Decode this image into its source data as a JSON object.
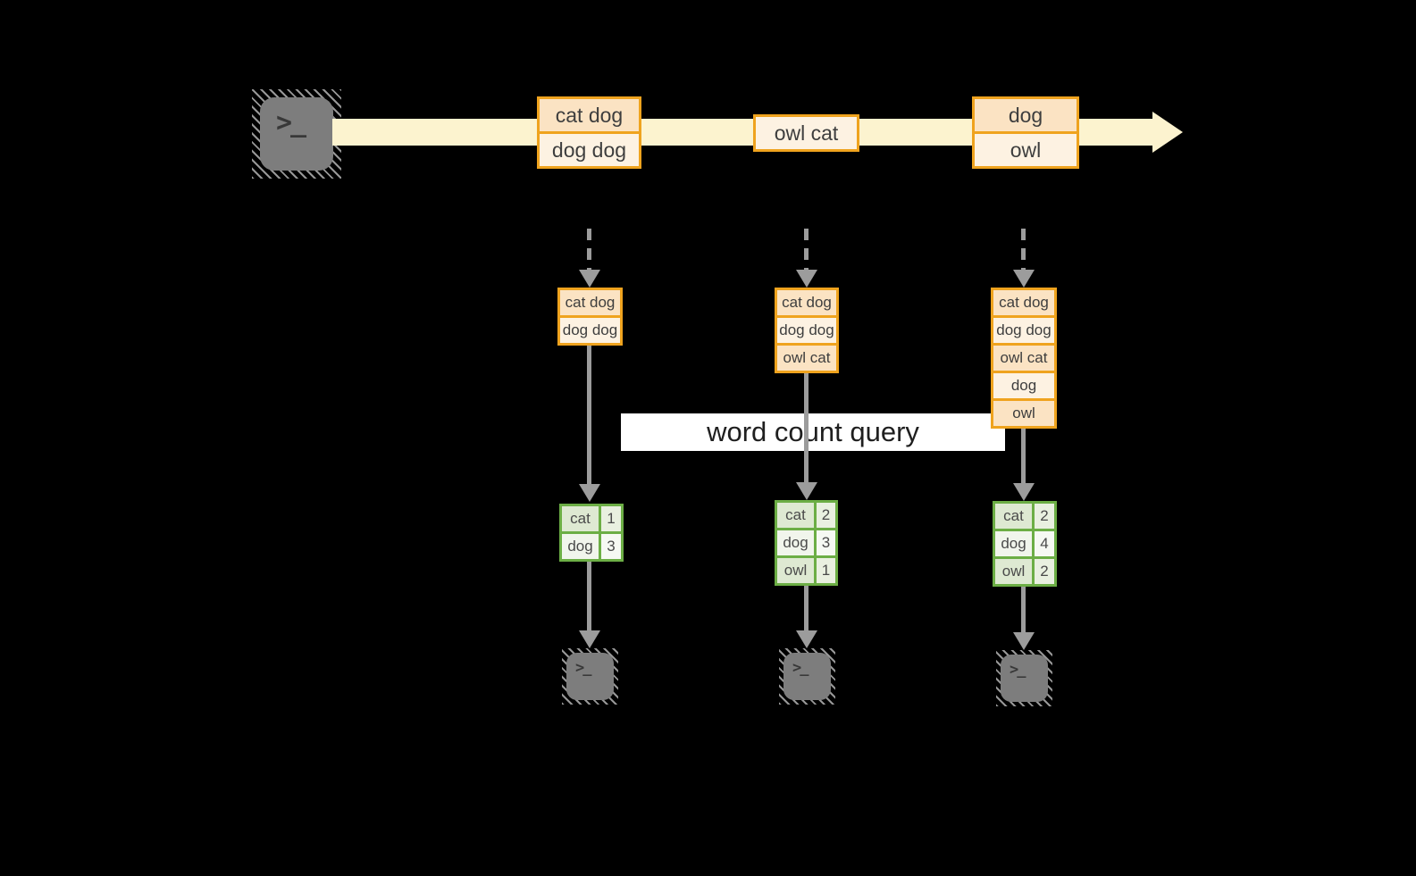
{
  "source_terminal": {
    "glyph": ">_"
  },
  "stream": {
    "events": [
      {
        "rows": [
          "cat dog",
          "dog dog"
        ]
      },
      {
        "rows": [
          "owl cat"
        ]
      },
      {
        "rows": [
          "dog",
          "owl"
        ]
      }
    ]
  },
  "query": {
    "label": "word count query"
  },
  "columns": [
    {
      "state_rows": [
        "cat dog",
        "dog dog"
      ],
      "counts": [
        {
          "word": "cat",
          "count": "1"
        },
        {
          "word": "dog",
          "count": "3"
        }
      ],
      "sink_glyph": ">_"
    },
    {
      "state_rows": [
        "cat dog",
        "dog dog",
        "owl cat"
      ],
      "counts": [
        {
          "word": "cat",
          "count": "2"
        },
        {
          "word": "dog",
          "count": "3"
        },
        {
          "word": "owl",
          "count": "1"
        }
      ],
      "sink_glyph": ">_"
    },
    {
      "state_rows": [
        "cat dog",
        "dog dog",
        "owl cat",
        "dog",
        "owl"
      ],
      "counts": [
        {
          "word": "cat",
          "count": "2"
        },
        {
          "word": "dog",
          "count": "4"
        },
        {
          "word": "owl",
          "count": "2"
        }
      ],
      "sink_glyph": ">_"
    }
  ],
  "colors": {
    "background": "#000000",
    "stream_band": "#FCF3CF",
    "event_border": "#EFA31E",
    "event_fill_dark": "#FBE3C3",
    "event_fill_light": "#FDF2E2",
    "table_border": "#6CAE45",
    "table_fill_dark": "#DEE9D2",
    "table_fill_light": "#F1F5EC",
    "arrow_gray": "#9C9C9C",
    "terminal_gray": "#7D7D7D",
    "query_bg": "#FFFFFF"
  }
}
